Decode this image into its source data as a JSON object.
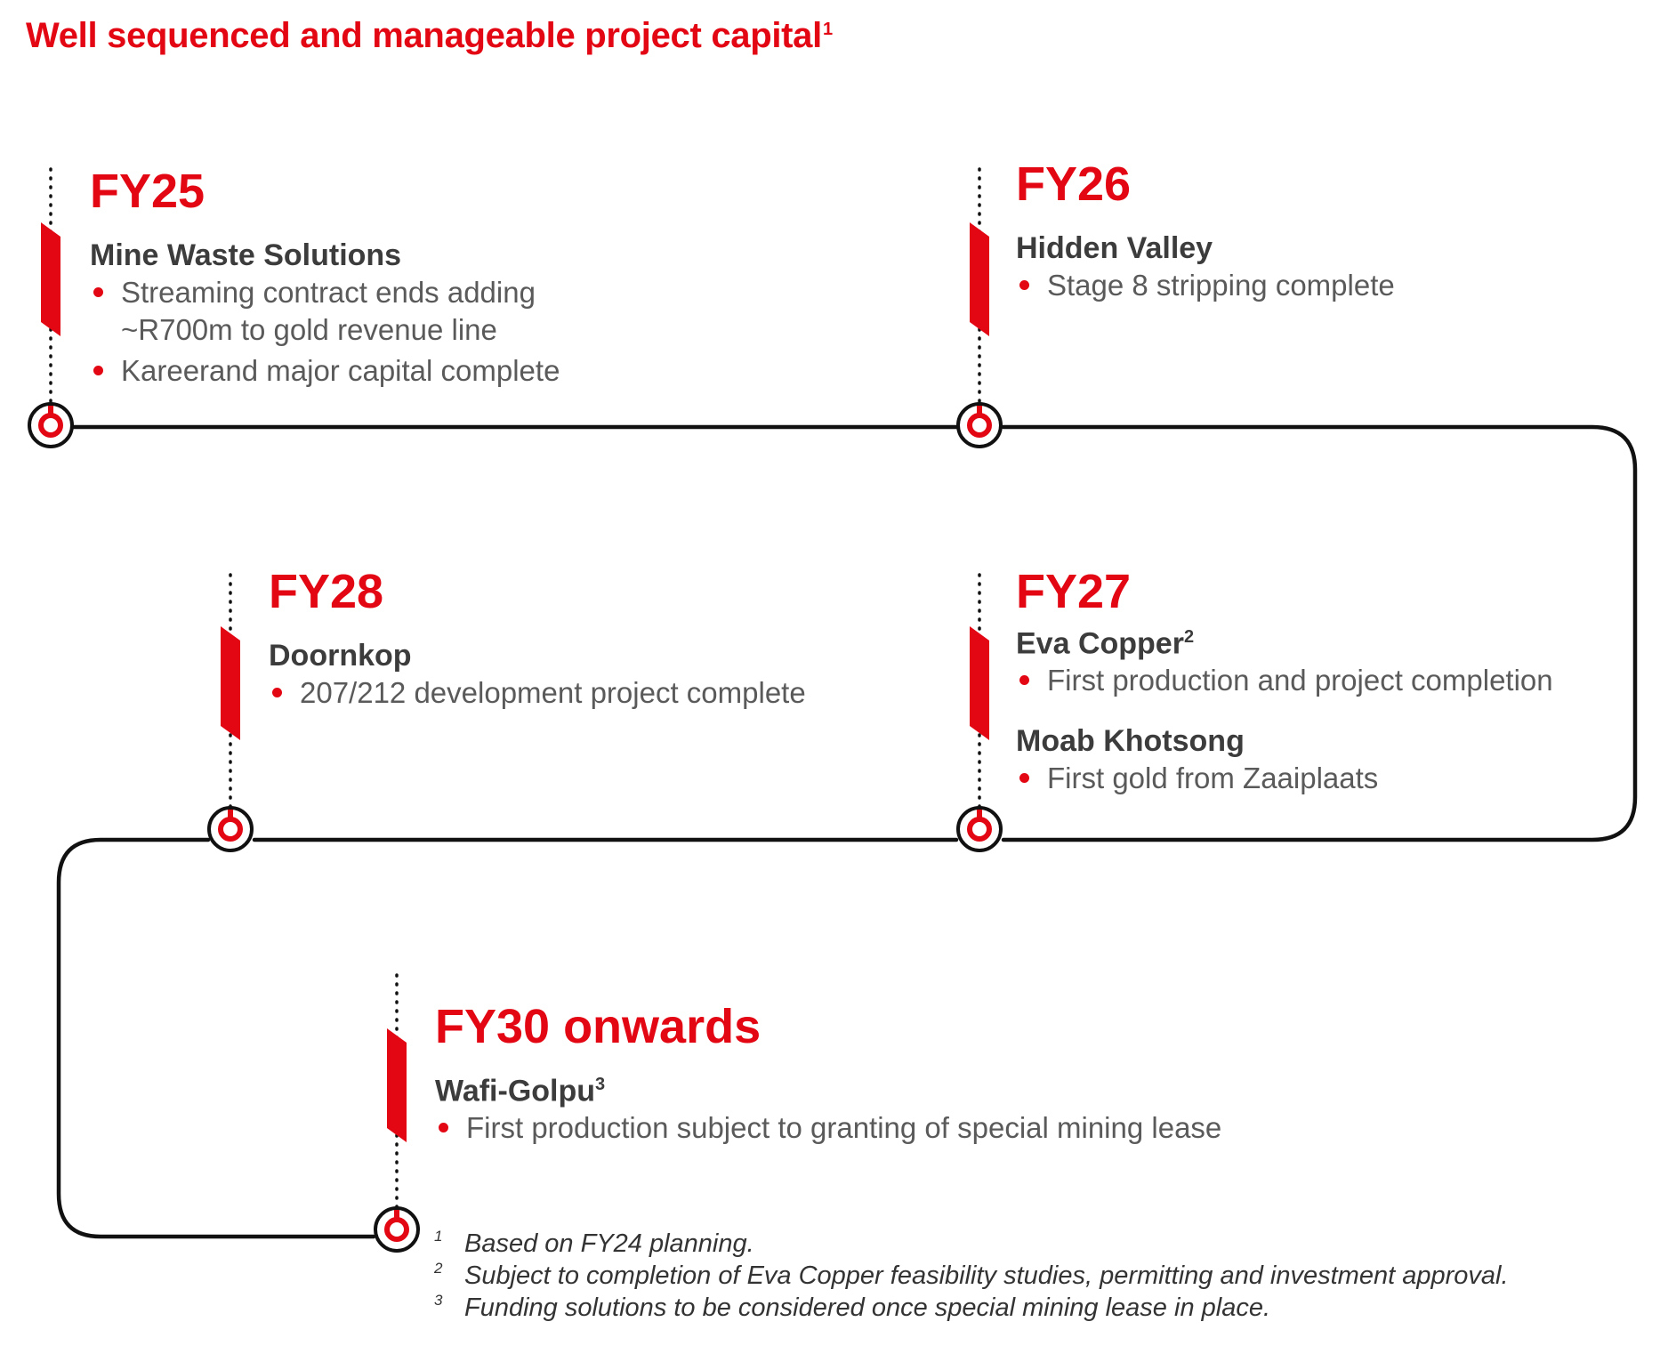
{
  "title": {
    "text": "Well sequenced and manageable project capital",
    "sup": "1"
  },
  "colors": {
    "accent": "#e30613",
    "line": "#111111",
    "heading": "#3c3c3c",
    "body": "#5a5a5a"
  },
  "milestones": [
    {
      "year": "FY25",
      "projects": [
        {
          "name": "Mine Waste Solutions",
          "sup": "",
          "bullets": [
            {
              "lines": [
                "Streaming contract ends adding",
                "~R700m to gold revenue line"
              ]
            },
            {
              "lines": [
                "Kareerand major capital complete"
              ]
            }
          ]
        }
      ]
    },
    {
      "year": "FY26",
      "projects": [
        {
          "name": "Hidden Valley",
          "sup": "",
          "bullets": [
            {
              "lines": [
                "Stage 8 stripping complete"
              ]
            }
          ]
        }
      ]
    },
    {
      "year": "FY27",
      "projects": [
        {
          "name": "Eva Copper",
          "sup": "2",
          "bullets": [
            {
              "lines": [
                "First production and project completion"
              ]
            }
          ]
        },
        {
          "name": "Moab Khotsong",
          "sup": "",
          "bullets": [
            {
              "lines": [
                "First gold from Zaaiplaats"
              ]
            }
          ]
        }
      ]
    },
    {
      "year": "FY28",
      "projects": [
        {
          "name": "Doornkop",
          "sup": "",
          "bullets": [
            {
              "lines": [
                "207/212 development project complete"
              ]
            }
          ]
        }
      ]
    },
    {
      "year": "FY30 onwards",
      "projects": [
        {
          "name": "Wafi-Golpu",
          "sup": "3",
          "bullets": [
            {
              "lines": [
                "First production subject to granting of special mining lease"
              ]
            }
          ]
        }
      ]
    }
  ],
  "footnotes": [
    {
      "num": "1",
      "text": "Based on FY24 planning."
    },
    {
      "num": "2",
      "text": "Subject to completion of Eva Copper feasibility studies, permitting and investment approval."
    },
    {
      "num": "3",
      "text": "Funding solutions to be considered once special mining lease in place."
    }
  ]
}
